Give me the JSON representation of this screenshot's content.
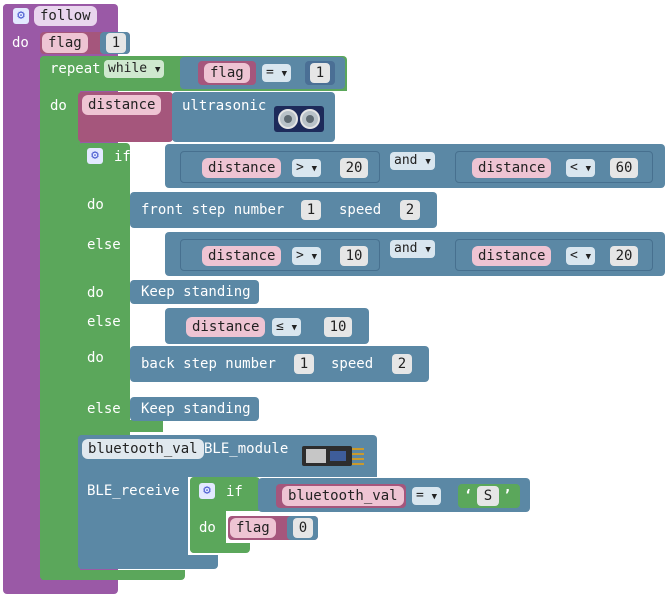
{
  "workspace": {
    "proc": {
      "gear": "⚙",
      "name": "follow",
      "do": "do"
    },
    "flag_init": {
      "var": "flag",
      "value": "1"
    },
    "repeat": {
      "label": "repeat",
      "mode": "while",
      "arrow": "▼",
      "do": "do",
      "cond": {
        "var": "flag",
        "op": "=",
        "value": "1"
      }
    },
    "ultra": {
      "var": "distance",
      "label": "ultrasonic",
      "icon": "ultrasonic-sensor-icon"
    },
    "if_block": {
      "if_label": "if",
      "do": "do",
      "else_if": "else if",
      "else": "else",
      "c1": {
        "left": {
          "var": "distance",
          "op": ">",
          "value": "20"
        },
        "join": "and",
        "right": {
          "var": "distance",
          "op": "<",
          "value": "60"
        }
      },
      "a1": {
        "label": "front",
        "step": "step number",
        "step_val": "1",
        "speed": "speed",
        "speed_val": "2"
      },
      "c2": {
        "left": {
          "var": "distance",
          "op": ">",
          "value": "10"
        },
        "join": "and",
        "right": {
          "var": "distance",
          "op": "<",
          "value": "20"
        }
      },
      "a2": "Keep standing",
      "c3": {
        "var": "distance",
        "op": "≤",
        "value": "10"
      },
      "a3": {
        "label": "back",
        "step": "step number",
        "step_val": "1",
        "speed": "speed",
        "speed_val": "2"
      },
      "a4": "Keep standing"
    },
    "ble": {
      "var": "bluetooth_val",
      "label": "BLE_module",
      "receive": "BLE_receive",
      "icon": "ble-module-icon",
      "if_label": "if",
      "do": "do",
      "cond": {
        "var": "bluetooth_val",
        "op": "=",
        "open_quote": "‘",
        "value": "S",
        "close_quote": "’"
      },
      "set": {
        "var": "flag",
        "value": "0"
      }
    }
  }
}
